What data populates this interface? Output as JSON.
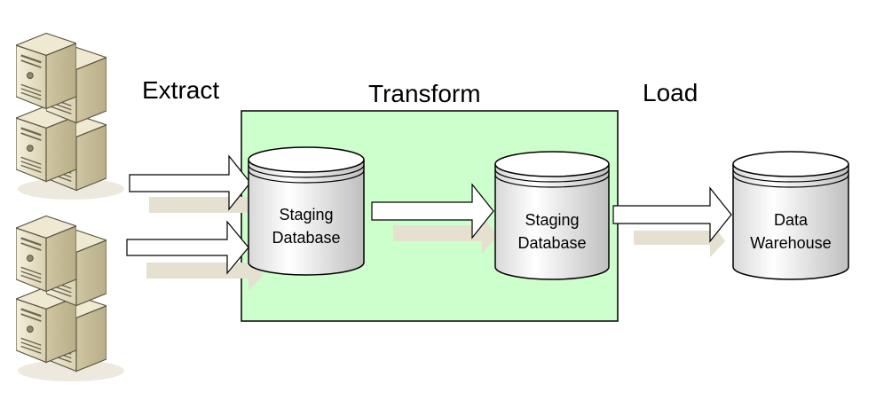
{
  "stages": {
    "extract": "Extract",
    "transform": "Transform",
    "load": "Load"
  },
  "databases": [
    {
      "line1": "Staging",
      "line2": "Database"
    },
    {
      "line1": "Staging",
      "line2": "Database"
    },
    {
      "line1": "Data",
      "line2": "Warehouse"
    }
  ],
  "colors": {
    "transform_box_fill": "#ccffcc",
    "server_body": "#e8e2c8",
    "shadow": "#e6e0d0"
  },
  "icons": [
    "server-icon",
    "server-icon",
    "database-icon",
    "database-icon",
    "database-icon",
    "arrow-right-icon"
  ]
}
